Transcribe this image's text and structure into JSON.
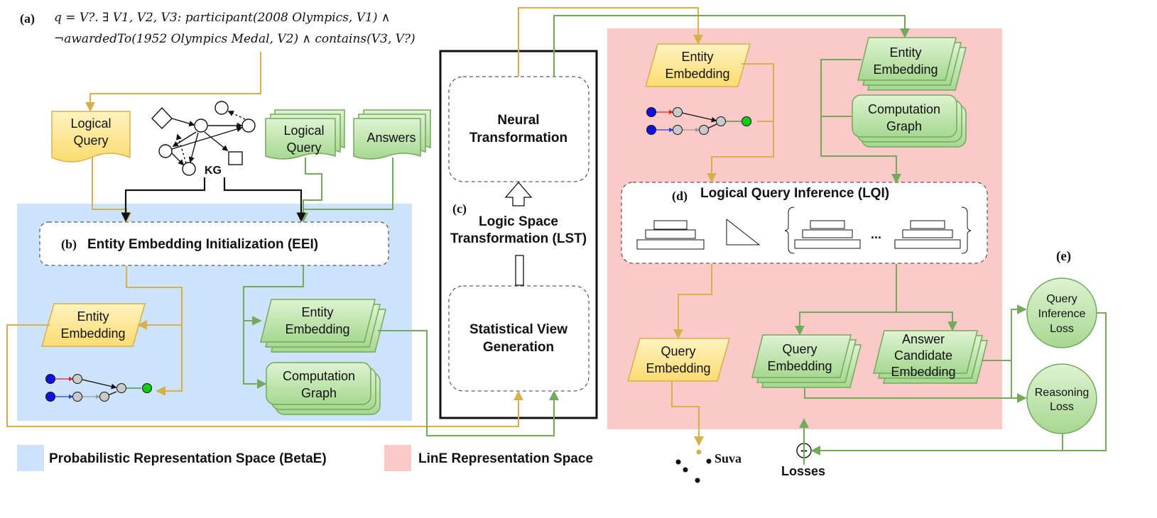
{
  "query": {
    "tag": "(a)",
    "line1": "q = V?. ∃ V1, V2, V3: participant(2008 Olympics, V1) ∧",
    "line2": "¬awardedTo(1952 Olympics Medal, V2) ∧ contains(V3, V?)"
  },
  "left": {
    "logical_query_yellow": [
      "Logical",
      "Query"
    ],
    "kg_label": "KG",
    "logical_query_green": [
      "Logical",
      "Query"
    ],
    "answers": "Answers",
    "eei_tag": "(b)",
    "eei_label": "Entity Embedding Initialization (EEI)",
    "entity_embedding_yellow": [
      "Entity",
      "Embedding"
    ],
    "entity_embedding_green": [
      "Entity",
      "Embedding"
    ],
    "computation_graph": [
      "Computation",
      "Graph"
    ]
  },
  "middle": {
    "neural_transformation": [
      "Neural",
      "Transformation"
    ],
    "lst_tag": "(c)",
    "lst_label": [
      "Logic Space",
      "Transformation (LST)"
    ],
    "statistical_view": [
      "Statistical View",
      "Generation"
    ]
  },
  "right": {
    "entity_embedding_yellow": [
      "Entity",
      "Embedding"
    ],
    "entity_embedding_green": [
      "Entity",
      "Embedding"
    ],
    "computation_graph": [
      "Computation",
      "Graph"
    ],
    "lqi_tag": "(d)",
    "lqi_label": "Logical Query Inference (LQI)",
    "ellipsis": "...",
    "query_embedding_yellow": [
      "Query",
      "Embedding"
    ],
    "query_embedding_green": [
      "Query",
      "Embedding"
    ],
    "answer_candidate": [
      "Answer",
      "Candidate",
      "Embedding"
    ],
    "suva": "Suva",
    "losses": "Losses",
    "plus": "+"
  },
  "losses": {
    "tag": "(e)",
    "query_inference_loss": [
      "Query",
      "Inference",
      "Loss"
    ],
    "reasoning_loss": [
      "Reasoning",
      "Loss"
    ]
  },
  "legend": {
    "blue_label": "Probabilistic Representation Space (BetaE)",
    "pink_label": "LinE Representation Space"
  },
  "colors": {
    "blue_region": "#cce3fb",
    "pink_region": "#fcc9c9",
    "yellow_fill": "#fde99a",
    "green_fill": "#b9e2a6",
    "yellow_line": "#d6b04b",
    "green_line": "#72a95a",
    "node_blue": "#1010e0",
    "node_green": "#11cc11",
    "node_gray": "#c9c9c9"
  }
}
